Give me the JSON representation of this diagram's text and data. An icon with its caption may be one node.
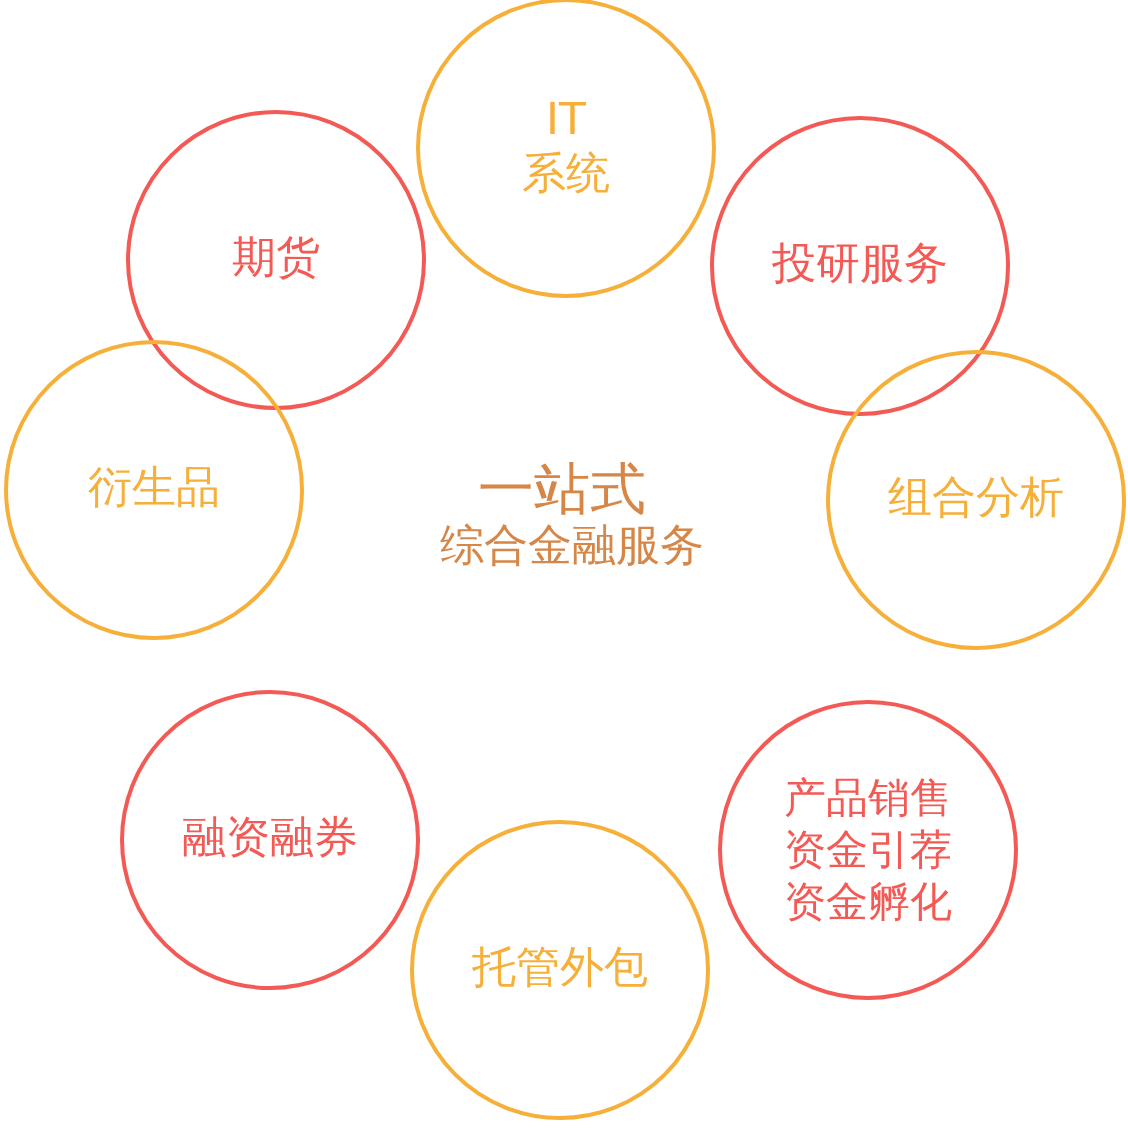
{
  "diagram": {
    "nodes": [
      {
        "text": [
          "IT 系统"
        ]
      },
      {
        "text": [
          "期货"
        ]
      },
      {
        "text": [
          "投研服务"
        ]
      },
      {
        "text": [
          "衍生品"
        ]
      },
      {
        "text": [
          "组合分析"
        ]
      },
      {
        "text": [
          "融资融券"
        ]
      },
      {
        "text": [
          "产品销售",
          "资金引荐",
          "资金孵化"
        ]
      },
      {
        "text": [
          "托管外包"
        ]
      }
    ],
    "labels": [
      "一站式",
      "综合金融服务"
    ]
  }
}
